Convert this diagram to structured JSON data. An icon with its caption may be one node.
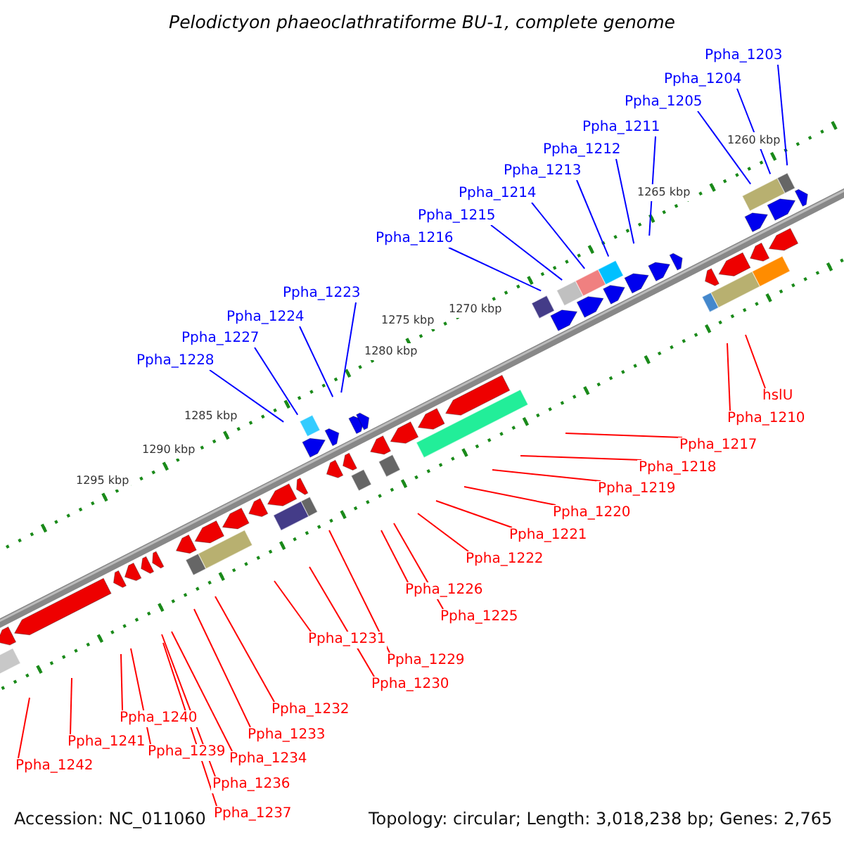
{
  "diagram": {
    "title": "Pelodictyon phaeoclathratiforme BU-1, complete genome",
    "nodes": [
      {
        "text": [
          "Ppha_1203"
        ]
      },
      {
        "text": [
          "Ppha_1204"
        ]
      },
      {
        "text": [
          "Ppha_1205"
        ]
      },
      {
        "text": [
          "Ppha_1211"
        ]
      },
      {
        "text": [
          "Ppha_1212"
        ]
      },
      {
        "text": [
          "Ppha_1213"
        ]
      },
      {
        "text": [
          "Ppha_1214"
        ]
      },
      {
        "text": [
          "Ppha_1215"
        ]
      },
      {
        "text": [
          "Ppha_1216"
        ]
      },
      {
        "text": [
          "Ppha_1223"
        ]
      },
      {
        "text": [
          "Ppha_1224"
        ]
      },
      {
        "text": [
          "Ppha_1227"
        ]
      },
      {
        "text": [
          "Ppha_1228"
        ]
      },
      {
        "text": [
          "hslU"
        ]
      },
      {
        "text": [
          "Ppha_1210"
        ]
      },
      {
        "text": [
          "Ppha_1217"
        ]
      },
      {
        "text": [
          "Ppha_1218"
        ]
      },
      {
        "text": [
          "Ppha_1219"
        ]
      },
      {
        "text": [
          "Ppha_1220"
        ]
      },
      {
        "text": [
          "Ppha_1221"
        ]
      },
      {
        "text": [
          "Ppha_1222"
        ]
      },
      {
        "text": [
          "Ppha_1226"
        ]
      },
      {
        "text": [
          "Ppha_1225"
        ]
      },
      {
        "text": [
          "Ppha_1231"
        ]
      },
      {
        "text": [
          "Ppha_1229"
        ]
      },
      {
        "text": [
          "Ppha_1230"
        ]
      },
      {
        "text": [
          "Ppha_1232"
        ]
      },
      {
        "text": [
          "Ppha_1240"
        ]
      },
      {
        "text": [
          "Ppha_1233"
        ]
      },
      {
        "text": [
          "Ppha_1241"
        ]
      },
      {
        "text": [
          "Ppha_1239"
        ]
      },
      {
        "text": [
          "Ppha_1234"
        ]
      },
      {
        "text": [
          "Ppha_1242"
        ]
      },
      {
        "text": [
          "Ppha_1236"
        ]
      },
      {
        "text": [
          "Ppha_1237"
        ]
      }
    ],
    "edges": [
      {
        "from": 0,
        "to": null,
        "arrow": "none",
        "color": "#0000ff"
      },
      {
        "from": 1,
        "to": null,
        "arrow": "none",
        "color": "#0000ff"
      },
      {
        "from": 2,
        "to": null,
        "arrow": "none",
        "color": "#0000ff"
      },
      {
        "from": 3,
        "to": null,
        "arrow": "none",
        "color": "#0000ff"
      },
      {
        "from": 4,
        "to": null,
        "arrow": "none",
        "color": "#0000ff"
      },
      {
        "from": 5,
        "to": null,
        "arrow": "none",
        "color": "#0000ff"
      },
      {
        "from": 6,
        "to": null,
        "arrow": "none",
        "color": "#0000ff"
      },
      {
        "from": 7,
        "to": null,
        "arrow": "none",
        "color": "#0000ff"
      },
      {
        "from": 8,
        "to": null,
        "arrow": "none",
        "color": "#0000ff"
      },
      {
        "from": 9,
        "to": null,
        "arrow": "none",
        "color": "#0000ff"
      },
      {
        "from": 10,
        "to": null,
        "arrow": "none",
        "color": "#0000ff"
      },
      {
        "from": 11,
        "to": null,
        "arrow": "none",
        "color": "#0000ff"
      },
      {
        "from": 12,
        "to": null,
        "arrow": "none",
        "color": "#0000ff"
      },
      {
        "from": 13,
        "to": null,
        "arrow": "none"
      },
      {
        "from": 14,
        "to": null,
        "arrow": "none"
      },
      {
        "from": 15,
        "to": null,
        "arrow": "none"
      },
      {
        "from": 16,
        "to": null,
        "arrow": "none"
      },
      {
        "from": 17,
        "to": null,
        "arrow": "none"
      },
      {
        "from": 18,
        "to": null,
        "arrow": "none"
      },
      {
        "from": 19,
        "to": null,
        "arrow": "none"
      },
      {
        "from": 20,
        "to": null,
        "arrow": "none"
      },
      {
        "from": 21,
        "to": null,
        "arrow": "none"
      },
      {
        "from": 22,
        "to": null,
        "arrow": "none"
      },
      {
        "from": 23,
        "to": null,
        "arrow": "none"
      },
      {
        "from": 24,
        "to": null,
        "arrow": "none"
      },
      {
        "from": 25,
        "to": null,
        "arrow": "none"
      },
      {
        "from": 26,
        "to": null,
        "arrow": "none"
      },
      {
        "from": 27,
        "to": null,
        "arrow": "none"
      },
      {
        "from": 28,
        "to": null,
        "arrow": "none"
      },
      {
        "from": 29,
        "to": null,
        "arrow": "none"
      },
      {
        "from": 30,
        "to": null,
        "arrow": "none"
      },
      {
        "from": 31,
        "to": null,
        "arrow": "none"
      },
      {
        "from": 32,
        "to": null,
        "arrow": "none"
      },
      {
        "from": 33,
        "to": null,
        "arrow": "none"
      },
      {
        "from": 34,
        "to": null,
        "arrow": "none"
      }
    ],
    "labels": [
      "1260 kbp",
      "1265 kbp",
      "1270 kbp",
      "1275 kbp",
      "1280 kbp",
      "1285 kbp",
      "1290 kbp",
      "1295 kbp",
      "Accession: NC_011060",
      "Topology: circular; Length: 3,018,238 bp; Genes: 2,765"
    ]
  }
}
